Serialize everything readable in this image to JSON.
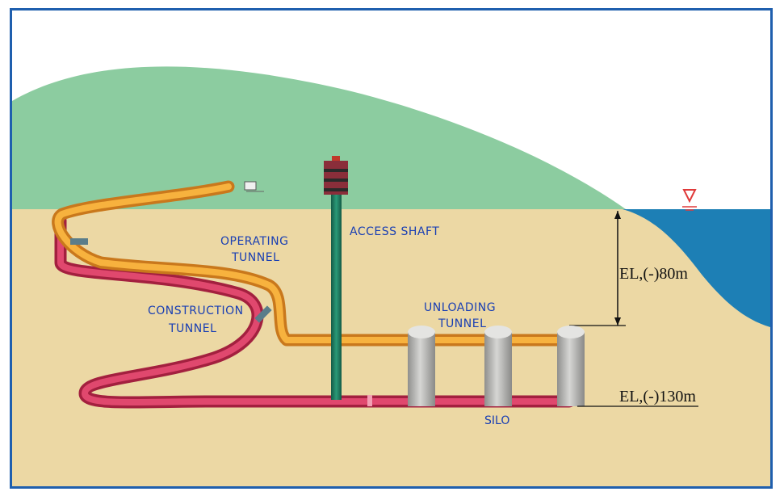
{
  "diagram": {
    "labels": {
      "access_shaft": "ACCESS SHAFT",
      "operating_tunnel_line1": "OPERATING",
      "operating_tunnel_line2": "TUNNEL",
      "construction_tunnel_line1": "CONSTRUCTION",
      "construction_tunnel_line2": "TUNNEL",
      "unloading_tunnel_line1": "UNLOADING",
      "unloading_tunnel_line2": "TUNNEL",
      "silo": "SILO"
    },
    "elevations": {
      "upper": "EL,(-)80m",
      "lower": "EL,(-)130m"
    },
    "colors": {
      "border": "#1f5fae",
      "hill": "#8ccca0",
      "ground": "#ecd8a4",
      "sea": "#1d7fb5",
      "operating_tunnel": "#f5a630",
      "construction_tunnel": "#d8365c",
      "shaft": "#1f7a60",
      "silo": "#b0b0ae",
      "label_text": "#1a3fb3"
    },
    "icons": {
      "water_level": "water-level-triangle-icon"
    }
  }
}
